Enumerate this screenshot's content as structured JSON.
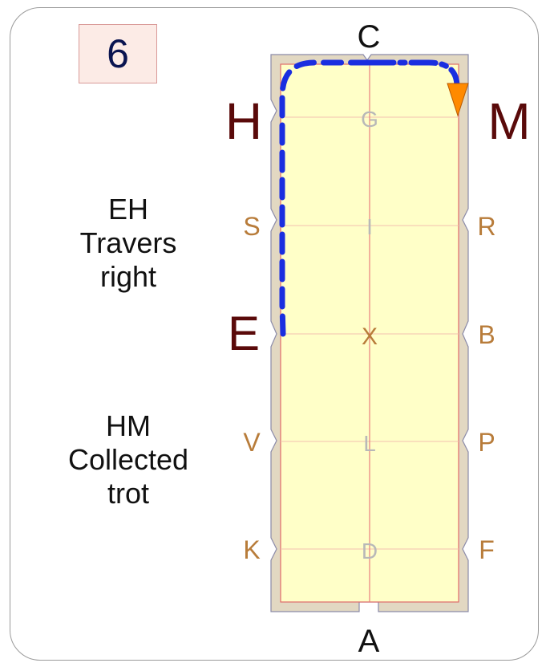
{
  "step_number": "6",
  "instructions": [
    {
      "lines": [
        "EH",
        "Travers",
        "right"
      ]
    },
    {
      "lines": [
        "HM",
        "Collected",
        "trot"
      ]
    }
  ],
  "arena_letters": {
    "main": {
      "C": "C",
      "A": "A",
      "H": "H",
      "M": "M",
      "E": "E"
    },
    "side": {
      "S": "S",
      "R": "R",
      "B": "B",
      "V": "V",
      "P": "P",
      "K": "K",
      "F": "F"
    },
    "center": {
      "G": "G",
      "I": "I",
      "X": "X",
      "L": "L",
      "D": "D"
    }
  },
  "colors": {
    "arena_fill": "#ffffc8",
    "arena_border": "#e2d8c2",
    "centerline": "#e88080",
    "route": "#1a2ee0",
    "direction_marker": "#ff8a00",
    "main_letter": "#5a0a0a",
    "side_letter": "#b87c3a",
    "center_letter": "#b8b8b8",
    "x_letter": "#b87c3a"
  },
  "icons": {
    "direction_marker": "orange-triangle-arrow"
  }
}
